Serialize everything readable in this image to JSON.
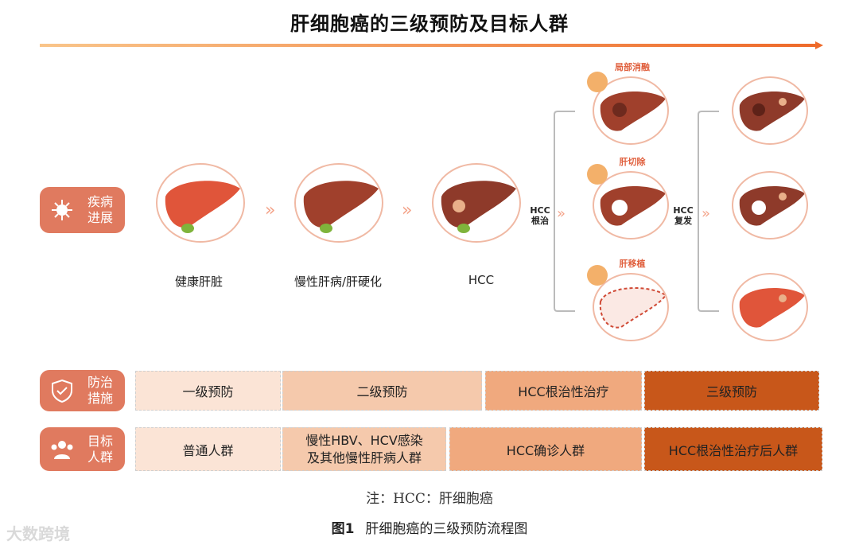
{
  "title": "肝细胞癌的三级预防及目标人群",
  "side_labels": {
    "disease_progress": [
      "疾病",
      "进展"
    ],
    "prevention": [
      "防治",
      "措施"
    ],
    "target": [
      "目标",
      "人群"
    ]
  },
  "stages": [
    "健康肝脏",
    "慢性肝病/肝硬化",
    "HCC"
  ],
  "branch_labels": {
    "radical": [
      "HCC",
      "根治"
    ],
    "recurrence": [
      "HCC",
      "复发"
    ]
  },
  "treatments": [
    "局部消融",
    "肝切除",
    "肝移植"
  ],
  "prevention_row": [
    "一级预防",
    "二级预防",
    "HCC根治性治疗",
    "三级预防"
  ],
  "target_row": [
    "普通人群",
    "慢性HBV、HCV感染\n及其他慢性肝病人群",
    "HCC确诊人群",
    "HCC根治性治疗后人群"
  ],
  "note": "注：HCC：肝细胞癌",
  "figure_label": "图1",
  "figure_caption": "肝细胞癌的三级预防流程图",
  "watermark": "大数跨境",
  "colors": {
    "accent": "#e07a5f",
    "arrow": "#f0a97e",
    "dark": "#c8571a"
  }
}
